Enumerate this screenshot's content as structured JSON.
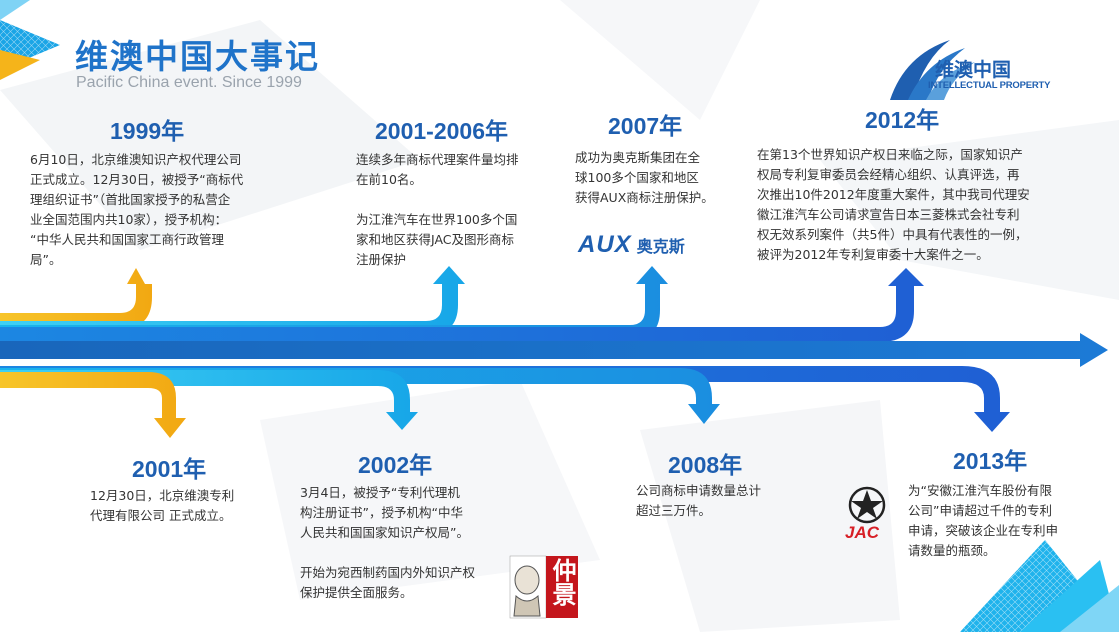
{
  "header": {
    "title": "维澳中国大事记",
    "subtitle": "Pacific China event. Since 1999"
  },
  "logo": {
    "name": "维澳中国",
    "sub": "INTELLECTUAL PROPERTY"
  },
  "events_top": [
    {
      "year": "1999年",
      "lines": [
        "6月10日，北京维澳知识产权代理公司",
        "正式成立。12月30日，被授予“商标代",
        "理组织证书”（首批国家授予的私营企",
        "业全国范围内共10家），授予机构：",
        "“中华人民共和国国家工商行政管理",
        "局”。"
      ]
    },
    {
      "year": "2001-2006年",
      "lines": [
        "连续多年商标代理案件量均排",
        "在前10名。",
        "",
        "为江淮汽车在世界100多个国",
        "家和地区获得JAC及图形商标",
        "注册保护"
      ]
    },
    {
      "year": "2007年",
      "lines": [
        "成功为奥克斯集团在全",
        "球100多个国家和地区",
        "获得AUX商标注册保护。"
      ]
    },
    {
      "year": "2012年",
      "lines": [
        "在第13个世界知识产权日来临之际，国家知识产",
        "权局专利复审委员会经精心组织、认真评选，再",
        "次推出10件2012年度重大案件，其中我司代理安",
        "徽江淮汽车公司请求宣告日本三菱株式会社专利",
        "权无效系列案件（共5件）中具有代表性的一例，",
        "被评为2012年专利复审委十大案件之一。"
      ]
    }
  ],
  "events_bottom": [
    {
      "year": "2001年",
      "lines": [
        "12月30日，北京维澳专利",
        "代理有限公司 正式成立。"
      ]
    },
    {
      "year": "2002年",
      "lines": [
        "3月4日，被授予“专利代理机",
        "构注册证书”，授予机构“中华",
        "人民共和国国家知识产权局”。",
        "",
        "开始为宛西制药国内外知识产权",
        "保护提供全面服务。"
      ]
    },
    {
      "year": "2008年",
      "lines": [
        "公司商标申请数量总计",
        "超过三万件。"
      ]
    },
    {
      "year": "2013年",
      "lines": [
        "为“安徽江淮汽车股份有限",
        "公司”申请超过千件的专利",
        "申请，突破该企业在专利申",
        "请数量的瓶颈。"
      ]
    }
  ],
  "brands": {
    "aux_en": "AUX",
    "aux_cn": "奥克斯",
    "jac": "JAC",
    "seal": "仲景"
  },
  "colors": {
    "yellow": "#f5b41a",
    "cyan": "#1fb7ec",
    "blue": "#1f6fd6",
    "main_arrow": "#1b6ec9",
    "year": "#1f5fb0"
  }
}
